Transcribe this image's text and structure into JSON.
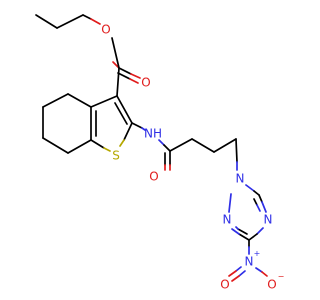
{
  "molecule": {
    "atoms": {
      "o_ester_single": "O",
      "o_ester_double": "O",
      "n_amide_h": "NH",
      "s_thiophene": "S",
      "o_amide": "O",
      "n_triazole_1": "N",
      "n_triazole_2": "N",
      "n_triazole_4": "N",
      "n_nitro": "N",
      "n_nitro_charge": "+",
      "o_nitro_double": "O",
      "o_nitro_single": "O",
      "o_nitro_charge": "−"
    },
    "colors": {
      "oxygen": "#e01b1b",
      "nitrogen": "#2f2fe6",
      "sulfur": "#b5a800",
      "carbon": "#000000"
    }
  }
}
